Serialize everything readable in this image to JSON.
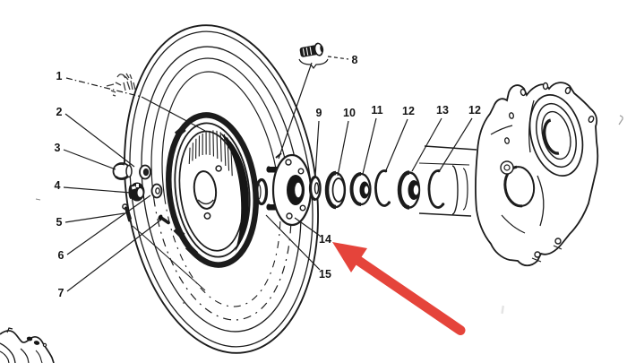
{
  "diagram": {
    "background": "#ffffff",
    "ink_color": "#1c1c1c",
    "callouts": [
      {
        "text": "1"
      },
      {
        "text": "2"
      },
      {
        "text": "3"
      },
      {
        "text": "4"
      },
      {
        "text": "5"
      },
      {
        "text": "6"
      },
      {
        "text": "7"
      },
      {
        "text": "8"
      },
      {
        "text": "9"
      },
      {
        "text": "10"
      },
      {
        "text": "11"
      },
      {
        "text": "12"
      },
      {
        "text": "13"
      },
      {
        "text": "12"
      },
      {
        "text": "14"
      },
      {
        "text": "15"
      }
    ],
    "annotation_arrow": {
      "color": "#e5443b",
      "points_to_callout": "14",
      "direction": "up-left"
    }
  }
}
